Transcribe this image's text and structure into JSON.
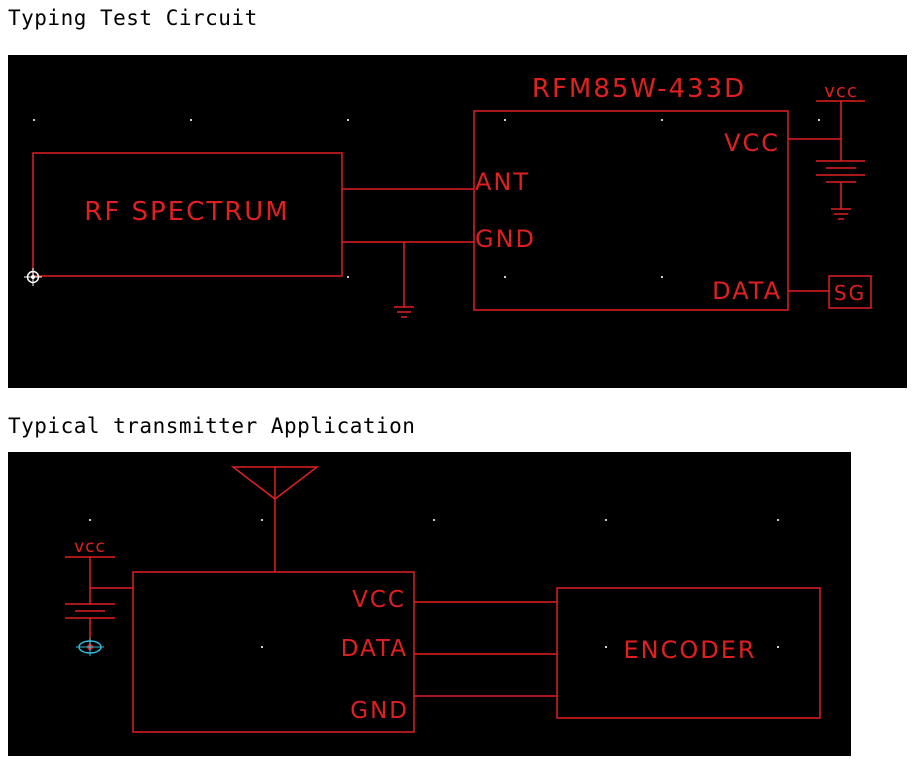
{
  "section_typing": {
    "title": "Typing Test Circuit",
    "rf_block_label": "RF SPECTRUM",
    "module_name": "RFM85W-433D",
    "pins": {
      "ant": "ANT",
      "gnd": "GND",
      "vcc": "VCC",
      "data": "DATA"
    },
    "supply_label": "vcc",
    "signal_gen_label": "SG"
  },
  "section_application": {
    "title": "Typical transmitter Application",
    "supply_label": "vcc",
    "pins": {
      "vcc": "VCC",
      "data": "DATA",
      "gnd": "GND"
    },
    "encoder_label": "ENCODER"
  },
  "colors": {
    "wire": "#e02020",
    "text": "#e02020",
    "background": "#000000",
    "grid_dot": "#cfcfcf",
    "node_marker": "#ffffff",
    "node_marker_selected": "#33bbdd"
  }
}
